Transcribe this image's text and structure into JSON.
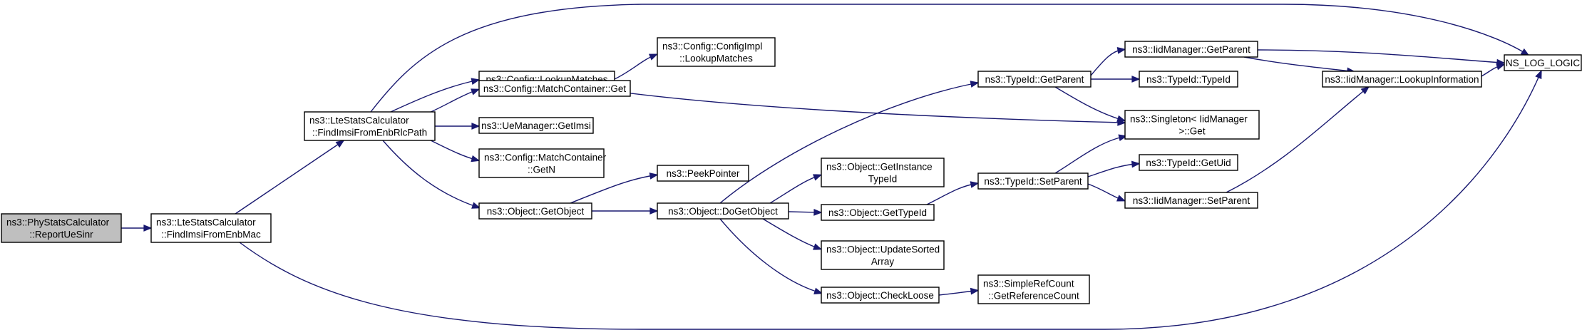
{
  "colors": {
    "edge": "#191970",
    "root_fill": "#bfbfbf",
    "node_fill": "#ffffff",
    "border": "#000000"
  },
  "nodes": [
    {
      "id": "report",
      "lines": [
        "ns3::PhyStatsCalculator",
        "::ReportUeSinr"
      ],
      "root": true
    },
    {
      "id": "fromEnbMac",
      "lines": [
        "ns3::LteStatsCalculator",
        "::FindImsiFromEnbMac"
      ]
    },
    {
      "id": "fromEnbRlc",
      "lines": [
        "ns3::LteStatsCalculator",
        "::FindImsiFromEnbRlcPath"
      ]
    },
    {
      "id": "lookupMatches",
      "lines": [
        "ns3::Config::LookupMatches"
      ]
    },
    {
      "id": "matchGet",
      "lines": [
        "ns3::Config::MatchContainer::Get"
      ]
    },
    {
      "id": "ueGetImsi",
      "lines": [
        "ns3::UeManager::GetImsi"
      ]
    },
    {
      "id": "matchGetN",
      "lines": [
        "ns3::Config::MatchContainer",
        "::GetN"
      ]
    },
    {
      "id": "getObject",
      "lines": [
        "ns3::Object::GetObject"
      ]
    },
    {
      "id": "configImpl",
      "lines": [
        "ns3::Config::ConfigImpl",
        "::LookupMatches"
      ]
    },
    {
      "id": "peekPointer",
      "lines": [
        "ns3::PeekPointer"
      ]
    },
    {
      "id": "doGetObject",
      "lines": [
        "ns3::Object::DoGetObject"
      ]
    },
    {
      "id": "getInstance",
      "lines": [
        "ns3::Object::GetInstance",
        "TypeId"
      ]
    },
    {
      "id": "getTypeId",
      "lines": [
        "ns3::Object::GetTypeId"
      ]
    },
    {
      "id": "updateSorted",
      "lines": [
        "ns3::Object::UpdateSorted",
        "Array"
      ]
    },
    {
      "id": "checkLoose",
      "lines": [
        "ns3::Object::CheckLoose"
      ]
    },
    {
      "id": "typeGetParent",
      "lines": [
        "ns3::TypeId::GetParent"
      ]
    },
    {
      "id": "typeSetParent",
      "lines": [
        "ns3::TypeId::SetParent"
      ]
    },
    {
      "id": "simpleRef",
      "lines": [
        "ns3::SimpleRefCount",
        "::GetReferenceCount"
      ]
    },
    {
      "id": "iidGetParent",
      "lines": [
        "ns3::IidManager::GetParent"
      ]
    },
    {
      "id": "typeIdCtor",
      "lines": [
        "ns3::TypeId::TypeId"
      ]
    },
    {
      "id": "singleton",
      "lines": [
        "ns3::Singleton< IidManager",
        " >::Get"
      ]
    },
    {
      "id": "typeGetUid",
      "lines": [
        "ns3::TypeId::GetUid"
      ]
    },
    {
      "id": "iidSetParent",
      "lines": [
        "ns3::IidManager::SetParent"
      ]
    },
    {
      "id": "lookupInfo",
      "lines": [
        "ns3::IidManager::LookupInformation"
      ]
    },
    {
      "id": "nsLogLogic",
      "lines": [
        "NS_LOG_LOGIC"
      ]
    }
  ],
  "edges": [
    {
      "from": "report",
      "to": "fromEnbMac"
    },
    {
      "from": "fromEnbMac",
      "to": "fromEnbRlc"
    },
    {
      "from": "fromEnbMac",
      "to": "nsLogLogic"
    },
    {
      "from": "fromEnbRlc",
      "to": "lookupMatches"
    },
    {
      "from": "fromEnbRlc",
      "to": "matchGet"
    },
    {
      "from": "fromEnbRlc",
      "to": "ueGetImsi"
    },
    {
      "from": "fromEnbRlc",
      "to": "matchGetN"
    },
    {
      "from": "fromEnbRlc",
      "to": "getObject"
    },
    {
      "from": "fromEnbRlc",
      "to": "nsLogLogic"
    },
    {
      "from": "lookupMatches",
      "to": "configImpl"
    },
    {
      "from": "lookupMatches",
      "to": "singleton"
    },
    {
      "from": "getObject",
      "to": "peekPointer"
    },
    {
      "from": "getObject",
      "to": "doGetObject"
    },
    {
      "from": "doGetObject",
      "to": "typeGetParent"
    },
    {
      "from": "doGetObject",
      "to": "getInstance"
    },
    {
      "from": "doGetObject",
      "to": "getTypeId"
    },
    {
      "from": "doGetObject",
      "to": "updateSorted"
    },
    {
      "from": "doGetObject",
      "to": "checkLoose"
    },
    {
      "from": "getTypeId",
      "to": "typeSetParent"
    },
    {
      "from": "checkLoose",
      "to": "simpleRef"
    },
    {
      "from": "typeGetParent",
      "to": "iidGetParent"
    },
    {
      "from": "typeGetParent",
      "to": "typeIdCtor"
    },
    {
      "from": "typeGetParent",
      "to": "singleton"
    },
    {
      "from": "typeSetParent",
      "to": "singleton"
    },
    {
      "from": "typeSetParent",
      "to": "typeGetUid"
    },
    {
      "from": "typeSetParent",
      "to": "iidSetParent"
    },
    {
      "from": "iidGetParent",
      "to": "nsLogLogic"
    },
    {
      "from": "iidGetParent",
      "to": "lookupInfo"
    },
    {
      "from": "iidSetParent",
      "to": "lookupInfo"
    },
    {
      "from": "lookupInfo",
      "to": "nsLogLogic"
    }
  ]
}
